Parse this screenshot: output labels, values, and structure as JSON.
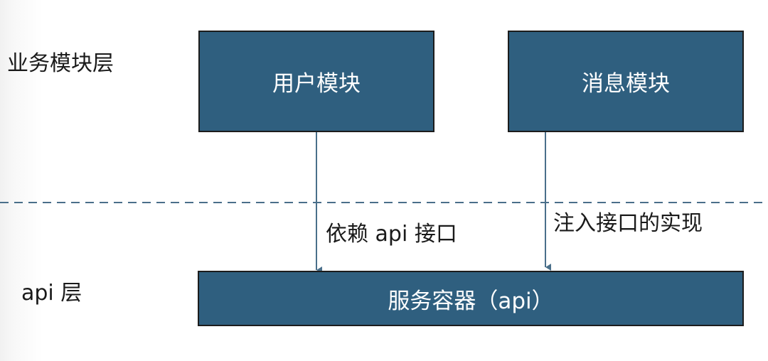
{
  "layers": {
    "business": "业务模块层",
    "api": "api 层"
  },
  "nodes": {
    "user_module": "用户模块",
    "message_module": "消息模块",
    "service_container": "服务容器（api）"
  },
  "edges": {
    "depend_label": "依赖 api 接口",
    "inject_label": "注入接口的实现"
  },
  "colors": {
    "box_fill": "#2f5f7f",
    "box_border": "#1c1c1c",
    "box_text": "#ffffff",
    "arrow": "#4a6f8a",
    "divider": "#4a6f8a",
    "label_text": "#1a1a1a"
  }
}
